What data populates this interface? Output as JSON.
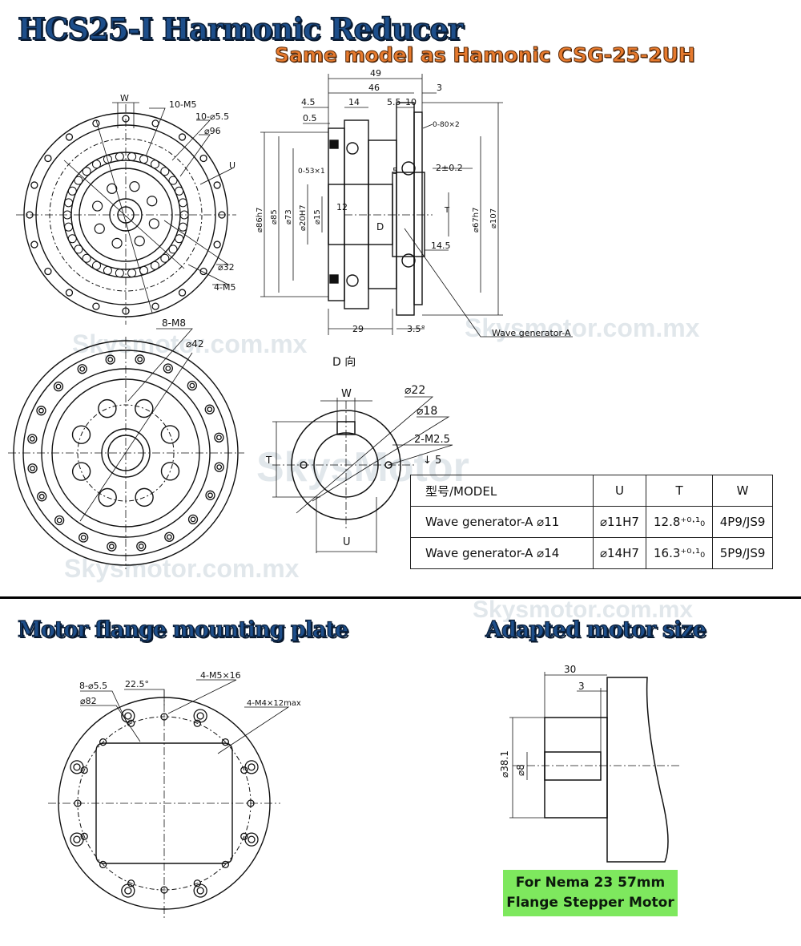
{
  "header": {
    "title": "HCS25-I Harmonic Reducer",
    "subtitle": "Same model as Hamonic CSG-25-2UH"
  },
  "front_view": {
    "labels": {
      "w": "W",
      "holes_m5": "10-M5",
      "holes_55": "10-⌀5.5",
      "dia96": "⌀96",
      "u": "U",
      "dia32": "⌀32",
      "m5_4": "4-M5"
    }
  },
  "section_view": {
    "labels": {
      "d49": "49",
      "d46": "46",
      "d3": "3",
      "d45": "4.5",
      "d14": "14",
      "d55": "5.5",
      "d10": "10",
      "d05": "0.5",
      "d080": "0-80×2",
      "d053": "0-53×1",
      "d5": "5",
      "d2": "2±0.2",
      "d12": "12",
      "dD": "D",
      "dT": "T",
      "d145": "14.5",
      "d29": "29",
      "d35": "3.5°",
      "dia86": "⌀86h7",
      "dia85": "⌀85",
      "dia73": "⌀73",
      "dia20": "⌀20H7",
      "dia15": "⌀15",
      "dia67": "⌀67h7",
      "dia107": "⌀107",
      "wave": "Wave generator-A"
    }
  },
  "back_view": {
    "labels": {
      "m8": "8-M8",
      "dia42": "⌀42"
    }
  },
  "d_view": {
    "title": "D 向",
    "labels": {
      "w": "W",
      "dia22": "⌀22",
      "dia18": "⌀18",
      "m25": "2-M2.5",
      "depth5": "↓ 5",
      "t": "T",
      "u": "U"
    }
  },
  "spec_table": {
    "headers": [
      "型号/MODEL",
      "U",
      "T",
      "W"
    ],
    "rows": [
      [
        "Wave generator-A ⌀11",
        "⌀11H7",
        "12.8⁺⁰·¹₀",
        "4P9/JS9"
      ],
      [
        "Wave generator-A ⌀14",
        "⌀14H7",
        "16.3⁺⁰·¹₀",
        "5P9/JS9"
      ]
    ]
  },
  "sections": {
    "flange_title": "Motor flange mounting plate",
    "motor_title": "Adapted motor size"
  },
  "flange": {
    "labels": {
      "h55": "8-⌀5.5",
      "angle": "22.5°",
      "m5": "4-M5×16",
      "dia82": "⌀82",
      "m4": "4-M4×12max"
    }
  },
  "motor": {
    "labels": {
      "d30": "30",
      "d3": "3",
      "dia381": "⌀38.1",
      "dia8": "⌀8"
    },
    "badge_line1": "For Nema 23 57mm",
    "badge_line2": "Flange Stepper Motor"
  },
  "watermark": {
    "text1": "Skysmotor.com.mx",
    "text2": "SkysMotor"
  },
  "colors": {
    "title_blue": "#1d4e8a",
    "subtitle_orange": "#e67a2e",
    "badge_green": "#7ee85e"
  }
}
